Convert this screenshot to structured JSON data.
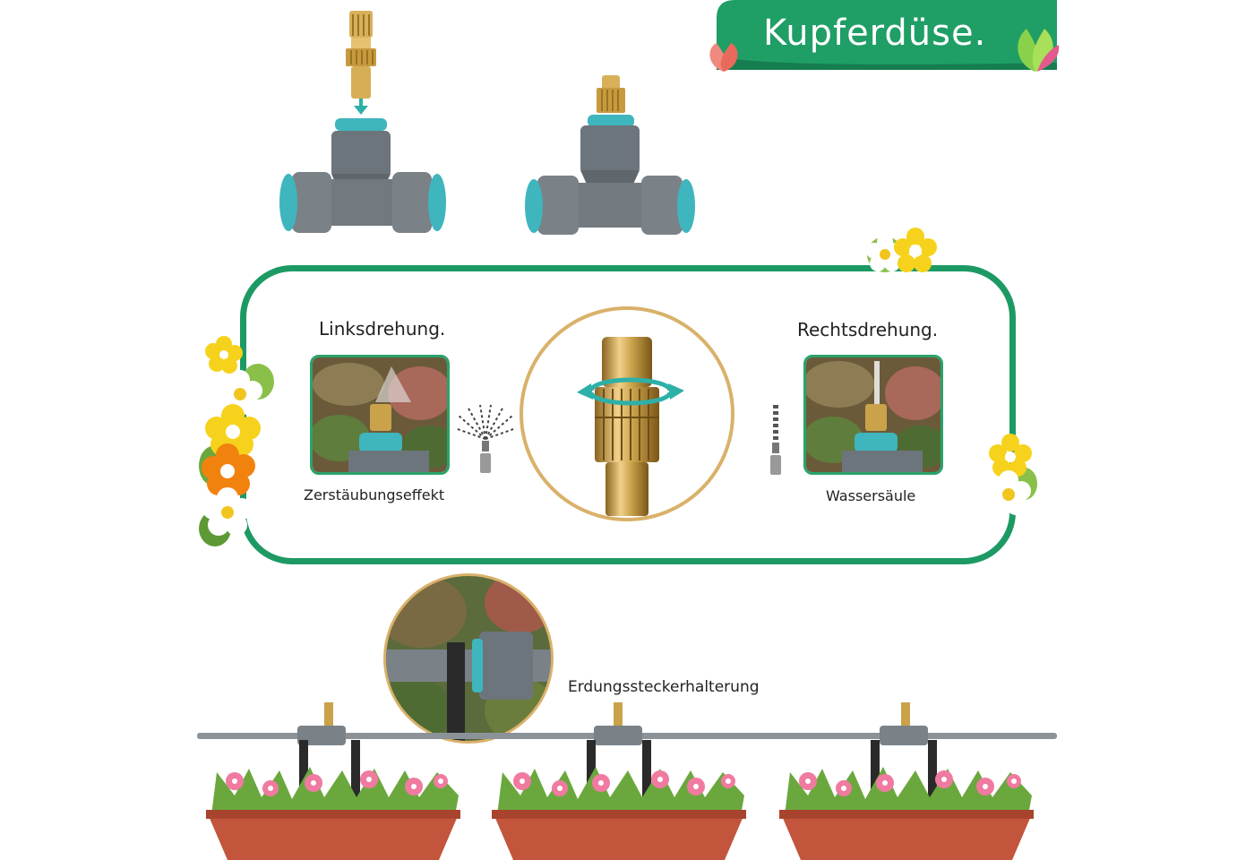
{
  "banner": {
    "title": "Kupferdüse.",
    "color": "#1f9e66"
  },
  "adjustment": {
    "left": {
      "heading": "Linksdrehung.",
      "caption": "Zerstäubungseffekt"
    },
    "right": {
      "heading": "Rechtsdrehung.",
      "caption": "Wassersäule"
    }
  },
  "mount": {
    "caption": "Erdungssteckerhalterung"
  },
  "colors": {
    "accent_green": "#1d9a64",
    "brass": "#c9a24a",
    "connector_gray": "#6d757c",
    "teal_ring": "#3fb5bd",
    "planter": "#c2553b"
  },
  "icons": [
    "spray-icon",
    "water-column-icon",
    "rotation-arrow-icon",
    "flower-icon",
    "leaf-icon"
  ]
}
